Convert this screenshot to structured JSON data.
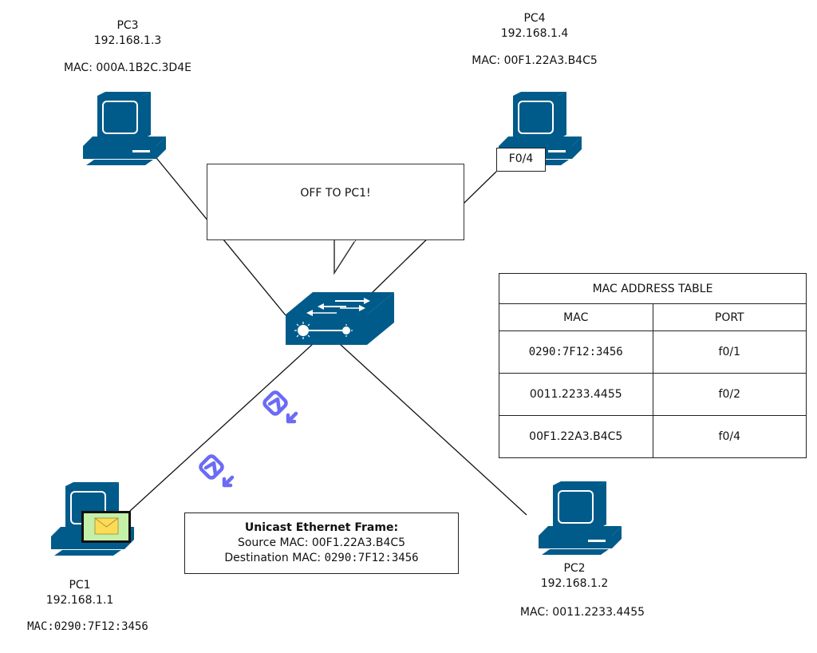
{
  "devices": {
    "pc1": {
      "name": "PC1",
      "ip": "192.168.1.1",
      "mac_label": "MAC:",
      "mac": "0290:7F12:3456"
    },
    "pc2": {
      "name": "PC2",
      "ip": "192.168.1.2",
      "mac_label": "MAC:",
      "mac": "0011.2233.4455"
    },
    "pc3": {
      "name": "PC3",
      "ip": "192.168.1.3",
      "mac_label": "MAC:",
      "mac": "000A.1B2C.3D4E"
    },
    "pc4": {
      "name": "PC4",
      "ip": "192.168.1.4",
      "mac_label": "MAC:",
      "mac": "00F1.22A3.B4C5",
      "port_label": "F0/4"
    }
  },
  "switch": {
    "icon": "switch-icon",
    "speech_bubble": "OFF TO PC1!"
  },
  "mac_table": {
    "title": "MAC ADDRESS TABLE",
    "columns": [
      "MAC",
      "PORT"
    ],
    "rows": [
      {
        "mac": "0290:7F12:3456",
        "port": "f0/1"
      },
      {
        "mac": "0011.2233.4455",
        "port": "f0/2"
      },
      {
        "mac": "00F1.22A3.B4C5",
        "port": "f0/4"
      }
    ]
  },
  "frame": {
    "title": "Unicast Ethernet Frame:",
    "source_label": "Source MAC:",
    "source_mac": "00F1.22A3.B4C5",
    "dest_label": "Destination MAC:",
    "dest_mac": "0290:7F12:3456"
  },
  "icons": {
    "pc": "desktop-computer-icon",
    "packet": "packet-moving-icon",
    "envelope": "envelope-icon"
  },
  "colors": {
    "device_blue": "#005b8a",
    "packet_purple": "#6b6bf5",
    "envelope_bg": "#c4f0a8",
    "envelope_yellow": "#fddc55"
  }
}
